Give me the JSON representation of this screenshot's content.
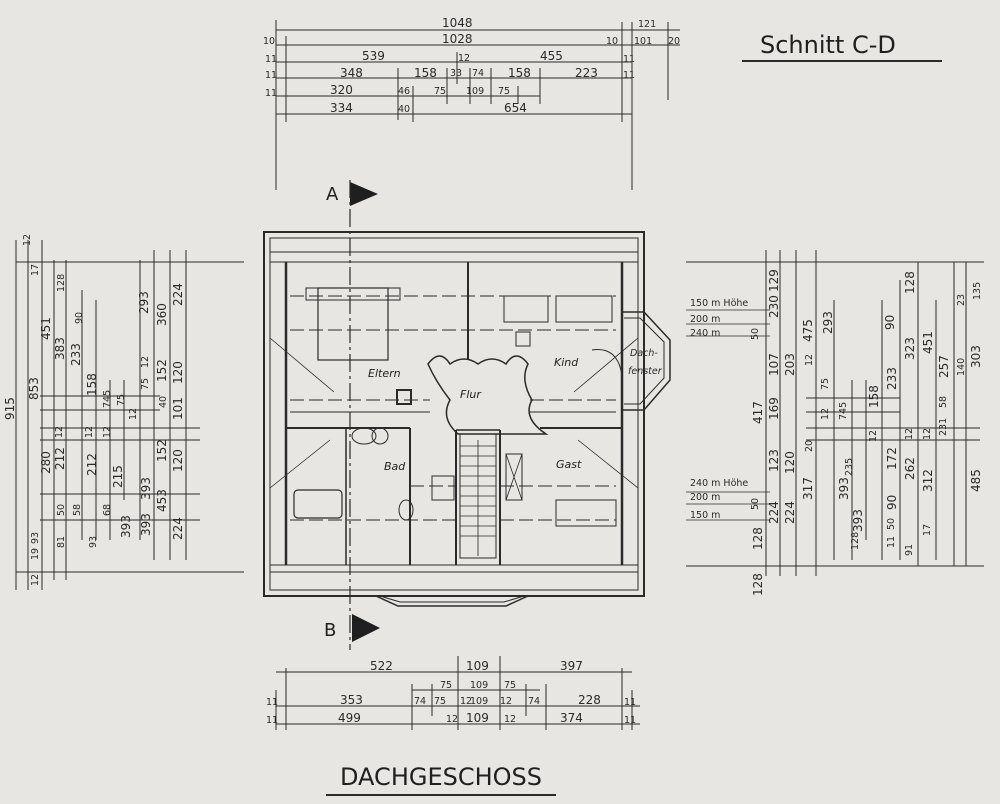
{
  "title": "Schnitt C-D",
  "footer_title": "DACHGESCHOSS",
  "section_markers": {
    "top": "A",
    "bottom": "B"
  },
  "rooms": {
    "eltern": "Eltern",
    "flur": "Flur",
    "kind": "Kind",
    "bad": "Bad",
    "gast": "Gast",
    "dach": "Dach-",
    "dach2": "fenster"
  },
  "top_dims": {
    "row1": [
      "1048",
      "121"
    ],
    "row2": [
      "10",
      "1028",
      "10",
      "101",
      "20"
    ],
    "row3": [
      "11",
      "539",
      "12",
      "455",
      "11"
    ],
    "row4": [
      "11",
      "348",
      "158",
      "33",
      "74",
      "158",
      "223",
      "11"
    ],
    "row5": [
      "11",
      "320",
      "46",
      "75",
      "109",
      "75"
    ],
    "row6": [
      "334",
      "40",
      "654"
    ]
  },
  "bottom_dims": {
    "row1": [
      "522",
      "109",
      "397"
    ],
    "row2": [
      "75",
      "109",
      "75"
    ],
    "row3": [
      "11",
      "353",
      "74",
      "75",
      "12",
      "109",
      "12",
      "74",
      "228",
      "11"
    ],
    "row4": [
      "11",
      "499",
      "12",
      "109",
      "12",
      "374",
      "11"
    ]
  },
  "left_dims": {
    "col1": [
      "915",
      "12"
    ],
    "col2": [
      "853",
      "93",
      "12"
    ],
    "col3": [
      "451",
      "280",
      "19",
      "17"
    ],
    "col4": [
      "12",
      "383",
      "212",
      "50",
      "81"
    ],
    "col5": [
      "128",
      "233",
      "12",
      "58",
      "93"
    ],
    "col6": [
      "90",
      "158",
      "12",
      "212",
      "68"
    ],
    "col7": [
      "745",
      "215",
      "393"
    ],
    "col8": [
      "75",
      "12",
      "75",
      "393"
    ],
    "col9": [
      "293",
      "12",
      "40",
      "393"
    ],
    "col10": [
      "360",
      "152",
      "101",
      "152",
      "453"
    ],
    "col11": [
      "224",
      "120",
      "120",
      "224"
    ]
  },
  "right_dims": {
    "notes_top": [
      "150 m Höhe",
      "200 m",
      "240 m"
    ],
    "notes_bottom": [
      "240 m Höhe",
      "200 m",
      "150 m"
    ],
    "col1": [
      "417",
      "128"
    ],
    "col2": [
      "50",
      "169",
      "123",
      "224",
      "50",
      "128"
    ],
    "col3": [
      "129",
      "230",
      "107",
      "203",
      "120",
      "224"
    ],
    "col4": [
      "475",
      "12",
      "75",
      "12",
      "20",
      "317"
    ],
    "col5": [
      "293",
      "745",
      "235",
      "393",
      "128"
    ],
    "col6": [
      "158",
      "12",
      "393"
    ],
    "col7": [
      "90",
      "233",
      "172",
      "90",
      "11",
      "50"
    ],
    "col8": [
      "128",
      "323",
      "12",
      "262",
      "91"
    ],
    "col9": [
      "451",
      "12",
      "312",
      "17"
    ],
    "col10": [
      "257",
      "58",
      "231",
      "140"
    ],
    "col11": [
      "23",
      "135",
      "303",
      "485"
    ]
  }
}
